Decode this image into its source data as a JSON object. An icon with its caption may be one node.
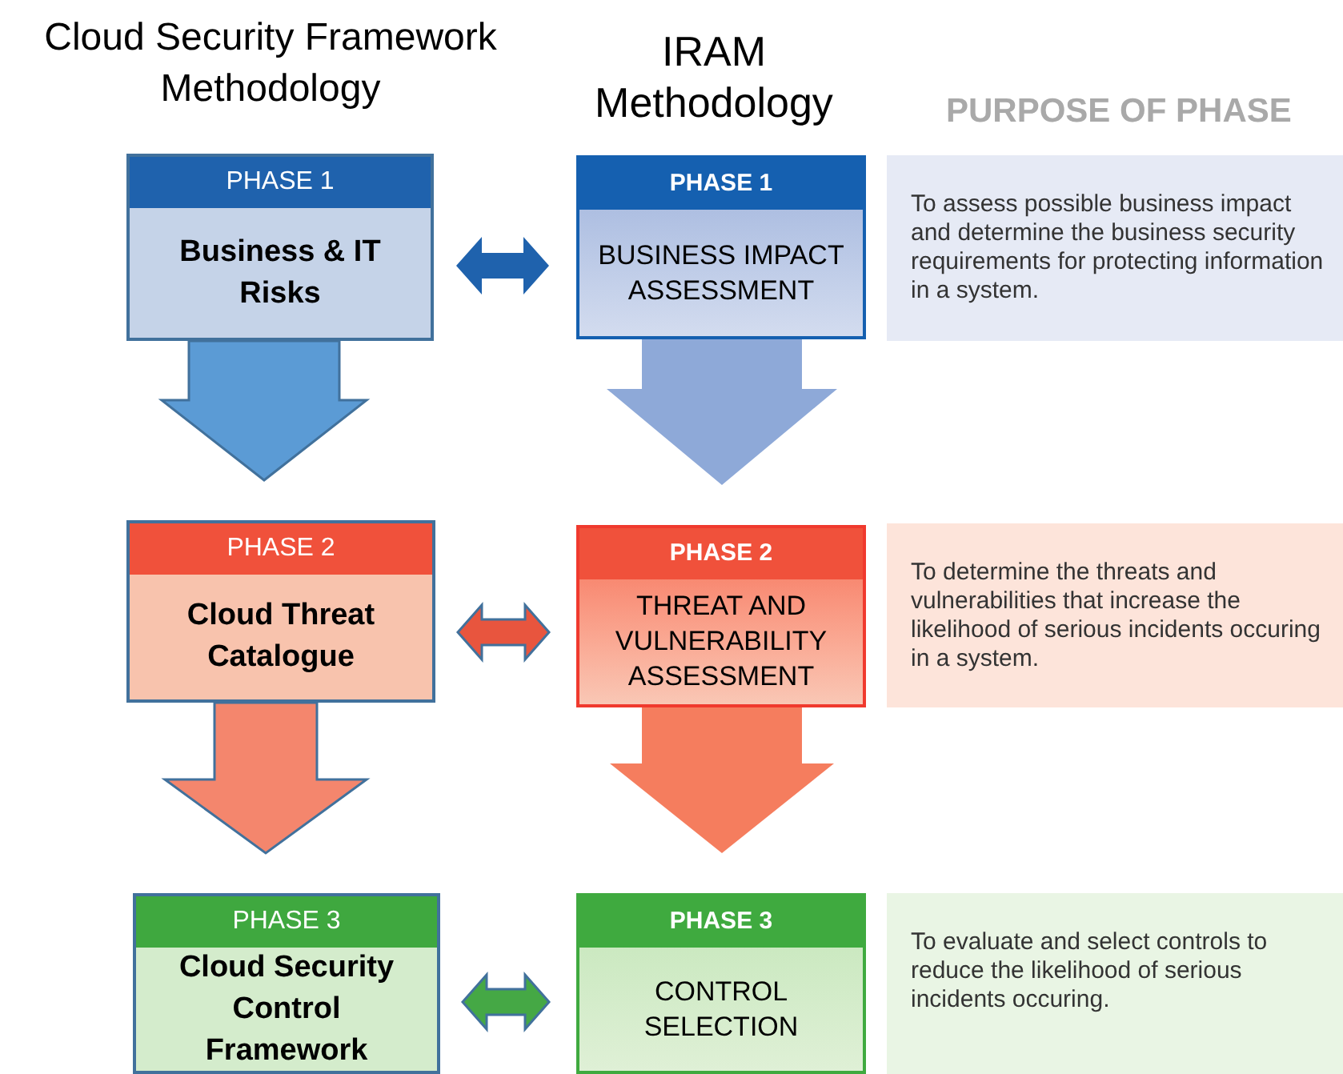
{
  "diagram": {
    "nodes": [
      {
        "text": [
          "PHASE 1",
          "Business & IT Risks"
        ]
      },
      {
        "text": [
          "PHASE 1",
          "BUSINESS IMPACT ASSESSMENT"
        ]
      },
      {
        "text": [
          "To assess possible business impact and determine the business security requirements for protecting information in a system."
        ]
      },
      {
        "text": [
          "PHASE 2",
          "Cloud Threat Catalogue"
        ]
      },
      {
        "text": [
          "PHASE 2",
          "THREAT AND VULNERABILITY ASSESSMENT"
        ]
      },
      {
        "text": [
          "To determine the threats and vulnerabilities that increase the likelihood of serious incidents occuring in a system."
        ]
      },
      {
        "text": [
          "PHASE 3",
          "Cloud Security Control Framework"
        ]
      },
      {
        "text": [
          "PHASE 3",
          "CONTROL SELECTION"
        ]
      },
      {
        "text": [
          "To evaluate and select controls to reduce the likelihood of serious incidents occuring."
        ]
      }
    ],
    "edges": [
      {
        "from": 0,
        "to": 1,
        "arrow": "both",
        "color": "#1f62ad"
      },
      {
        "from": 0,
        "to": 3,
        "arrow": "to",
        "color": "#5b9bd5"
      },
      {
        "from": 1,
        "to": 4,
        "arrow": "to",
        "color": "#8ea9d8"
      },
      {
        "from": 3,
        "to": 4,
        "arrow": "both",
        "color": "#e8553e"
      },
      {
        "from": 3,
        "to": 6,
        "arrow": "to",
        "color": "#f4866d"
      },
      {
        "from": 4,
        "to": 7,
        "arrow": "to",
        "color": "#f57d5e"
      },
      {
        "from": 6,
        "to": 7,
        "arrow": "both",
        "color": "#45a845"
      }
    ],
    "labels": [
      "Cloud Security Framework Methodology",
      "IRAM Methodology",
      "PURPOSE OF PHASE"
    ]
  }
}
